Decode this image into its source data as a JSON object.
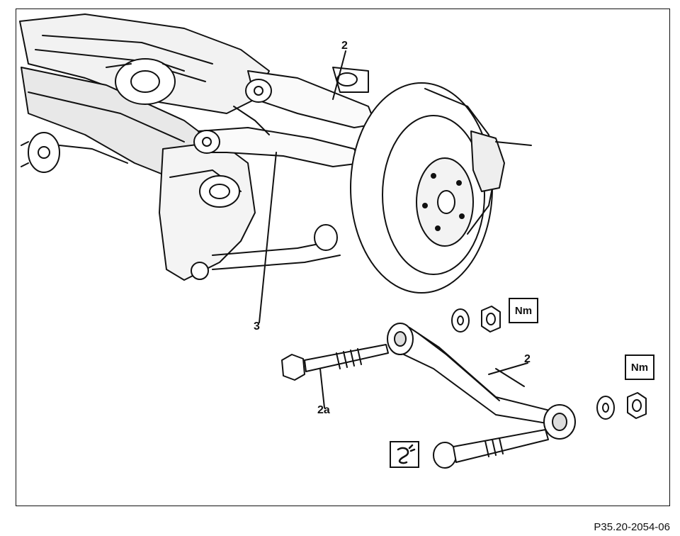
{
  "callouts": {
    "upper_arm": "2",
    "lower_arm_ref": "3",
    "detail_arm": "2",
    "bolt": "2a"
  },
  "torque_symbol": "Nm",
  "figure_code": "P35.20-2054-06",
  "icons": {
    "tool_symbol": "thread-locking-tool-icon"
  }
}
